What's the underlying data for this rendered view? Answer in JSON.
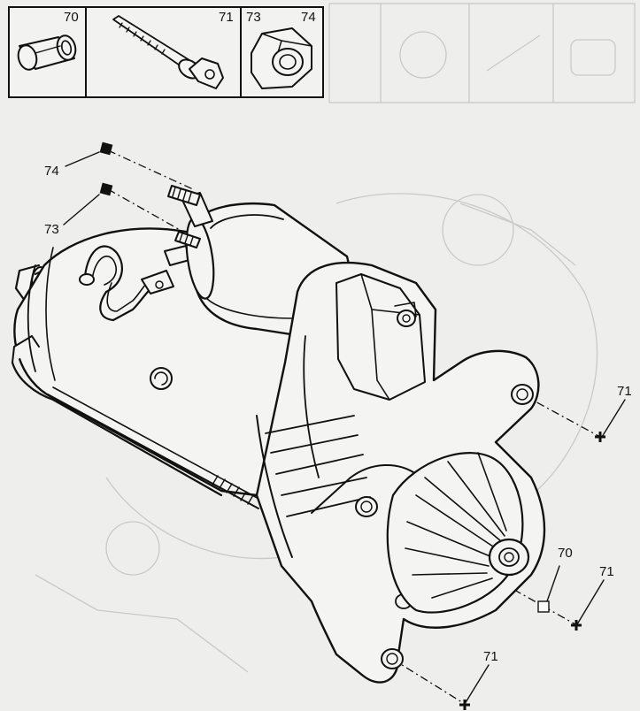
{
  "parts_panel": {
    "cells": [
      {
        "ref": "70",
        "name": "spacer-sleeve"
      },
      {
        "ref": "71",
        "name": "hex-flange-bolt"
      },
      {
        "ref_a": "73",
        "ref_b": "74",
        "name": "hex-nut"
      }
    ]
  },
  "callouts": {
    "ref_74": "74",
    "ref_73": "73",
    "ref_71_top": "71",
    "ref_70": "70",
    "ref_71_mid": "71",
    "ref_71_bottom": "71"
  },
  "colors": {
    "ink": "#111111",
    "paper": "#eeeeec",
    "ghost": "#c9c9c6"
  }
}
